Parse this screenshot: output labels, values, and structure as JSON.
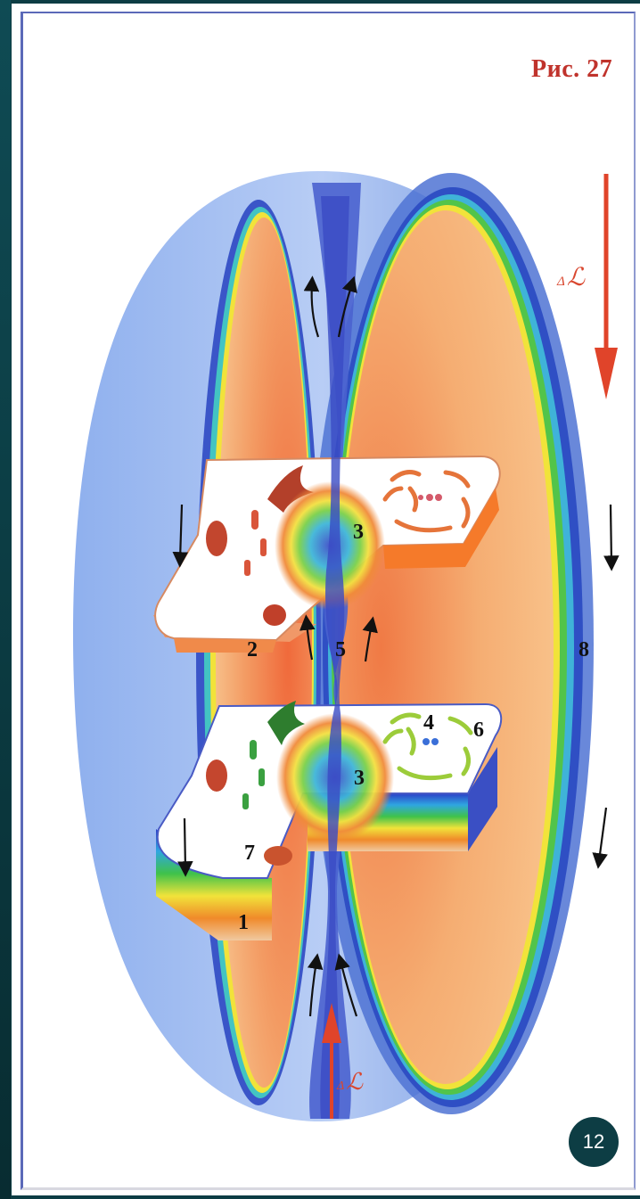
{
  "figure": {
    "label": "Рис. 27"
  },
  "labels": {
    "n1": "1",
    "n2": "2",
    "n3a": "3",
    "n3b": "3",
    "n4": "4",
    "n5": "5",
    "n6": "6",
    "n7": "7",
    "n8": "8"
  },
  "flux": {
    "top_label": "ΔL",
    "bottom_label": "ΔL",
    "top_delta": "Δ",
    "top_symbol": "ℒ",
    "bottom_delta": "Δ",
    "bottom_symbol": "ℒ"
  },
  "page_badge": "12",
  "colors": {
    "background_slide": "#0d3d44",
    "figure_label": "#c0332c",
    "torus_blue": "#5f86d8",
    "inner_orange": "#f2a56b",
    "arrow_red": "#e0442a"
  }
}
